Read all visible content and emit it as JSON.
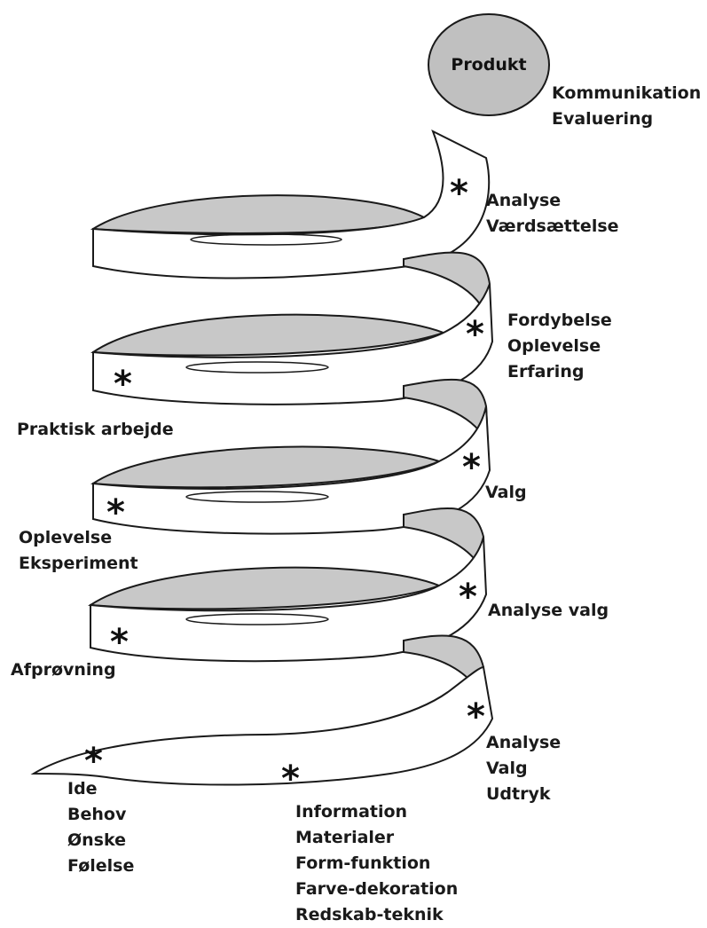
{
  "diagram": {
    "product": {
      "label": "Produkt"
    },
    "colors": {
      "ribbon_fill": "#ffffff",
      "ribbon_shade": "#c8c8c8",
      "product_fill": "#c0c0c0",
      "outline": "#1a1a1a"
    },
    "labels": {
      "top_right": [
        "Kommunikation",
        "Evaluering"
      ],
      "analyse_vaerdi": [
        "Analyse",
        "Værdsættelse"
      ],
      "fordybelse": [
        "Fordybelse",
        "Oplevelse",
        "Erfaring"
      ],
      "praktisk": [
        "Praktisk arbejde"
      ],
      "valg": [
        "Valg"
      ],
      "oplevelse_eksperiment": [
        "Oplevelse",
        "Eksperiment"
      ],
      "analyse_valg": [
        "Analyse valg"
      ],
      "afproevning": [
        "Afprøvning"
      ],
      "analyse_valg_udtryk": [
        "Analyse",
        "Valg",
        "Udtryk"
      ],
      "ide": [
        "Ide",
        "Behov",
        "Ønske",
        "Følelse"
      ],
      "information": [
        "Information",
        "Materialer",
        "Form-funktion",
        "Farve-dekoration",
        "Redskab-teknik"
      ]
    },
    "stars": [
      "*",
      "*",
      "*",
      "*",
      "*",
      "*",
      "*",
      "*",
      "*",
      "*"
    ]
  }
}
